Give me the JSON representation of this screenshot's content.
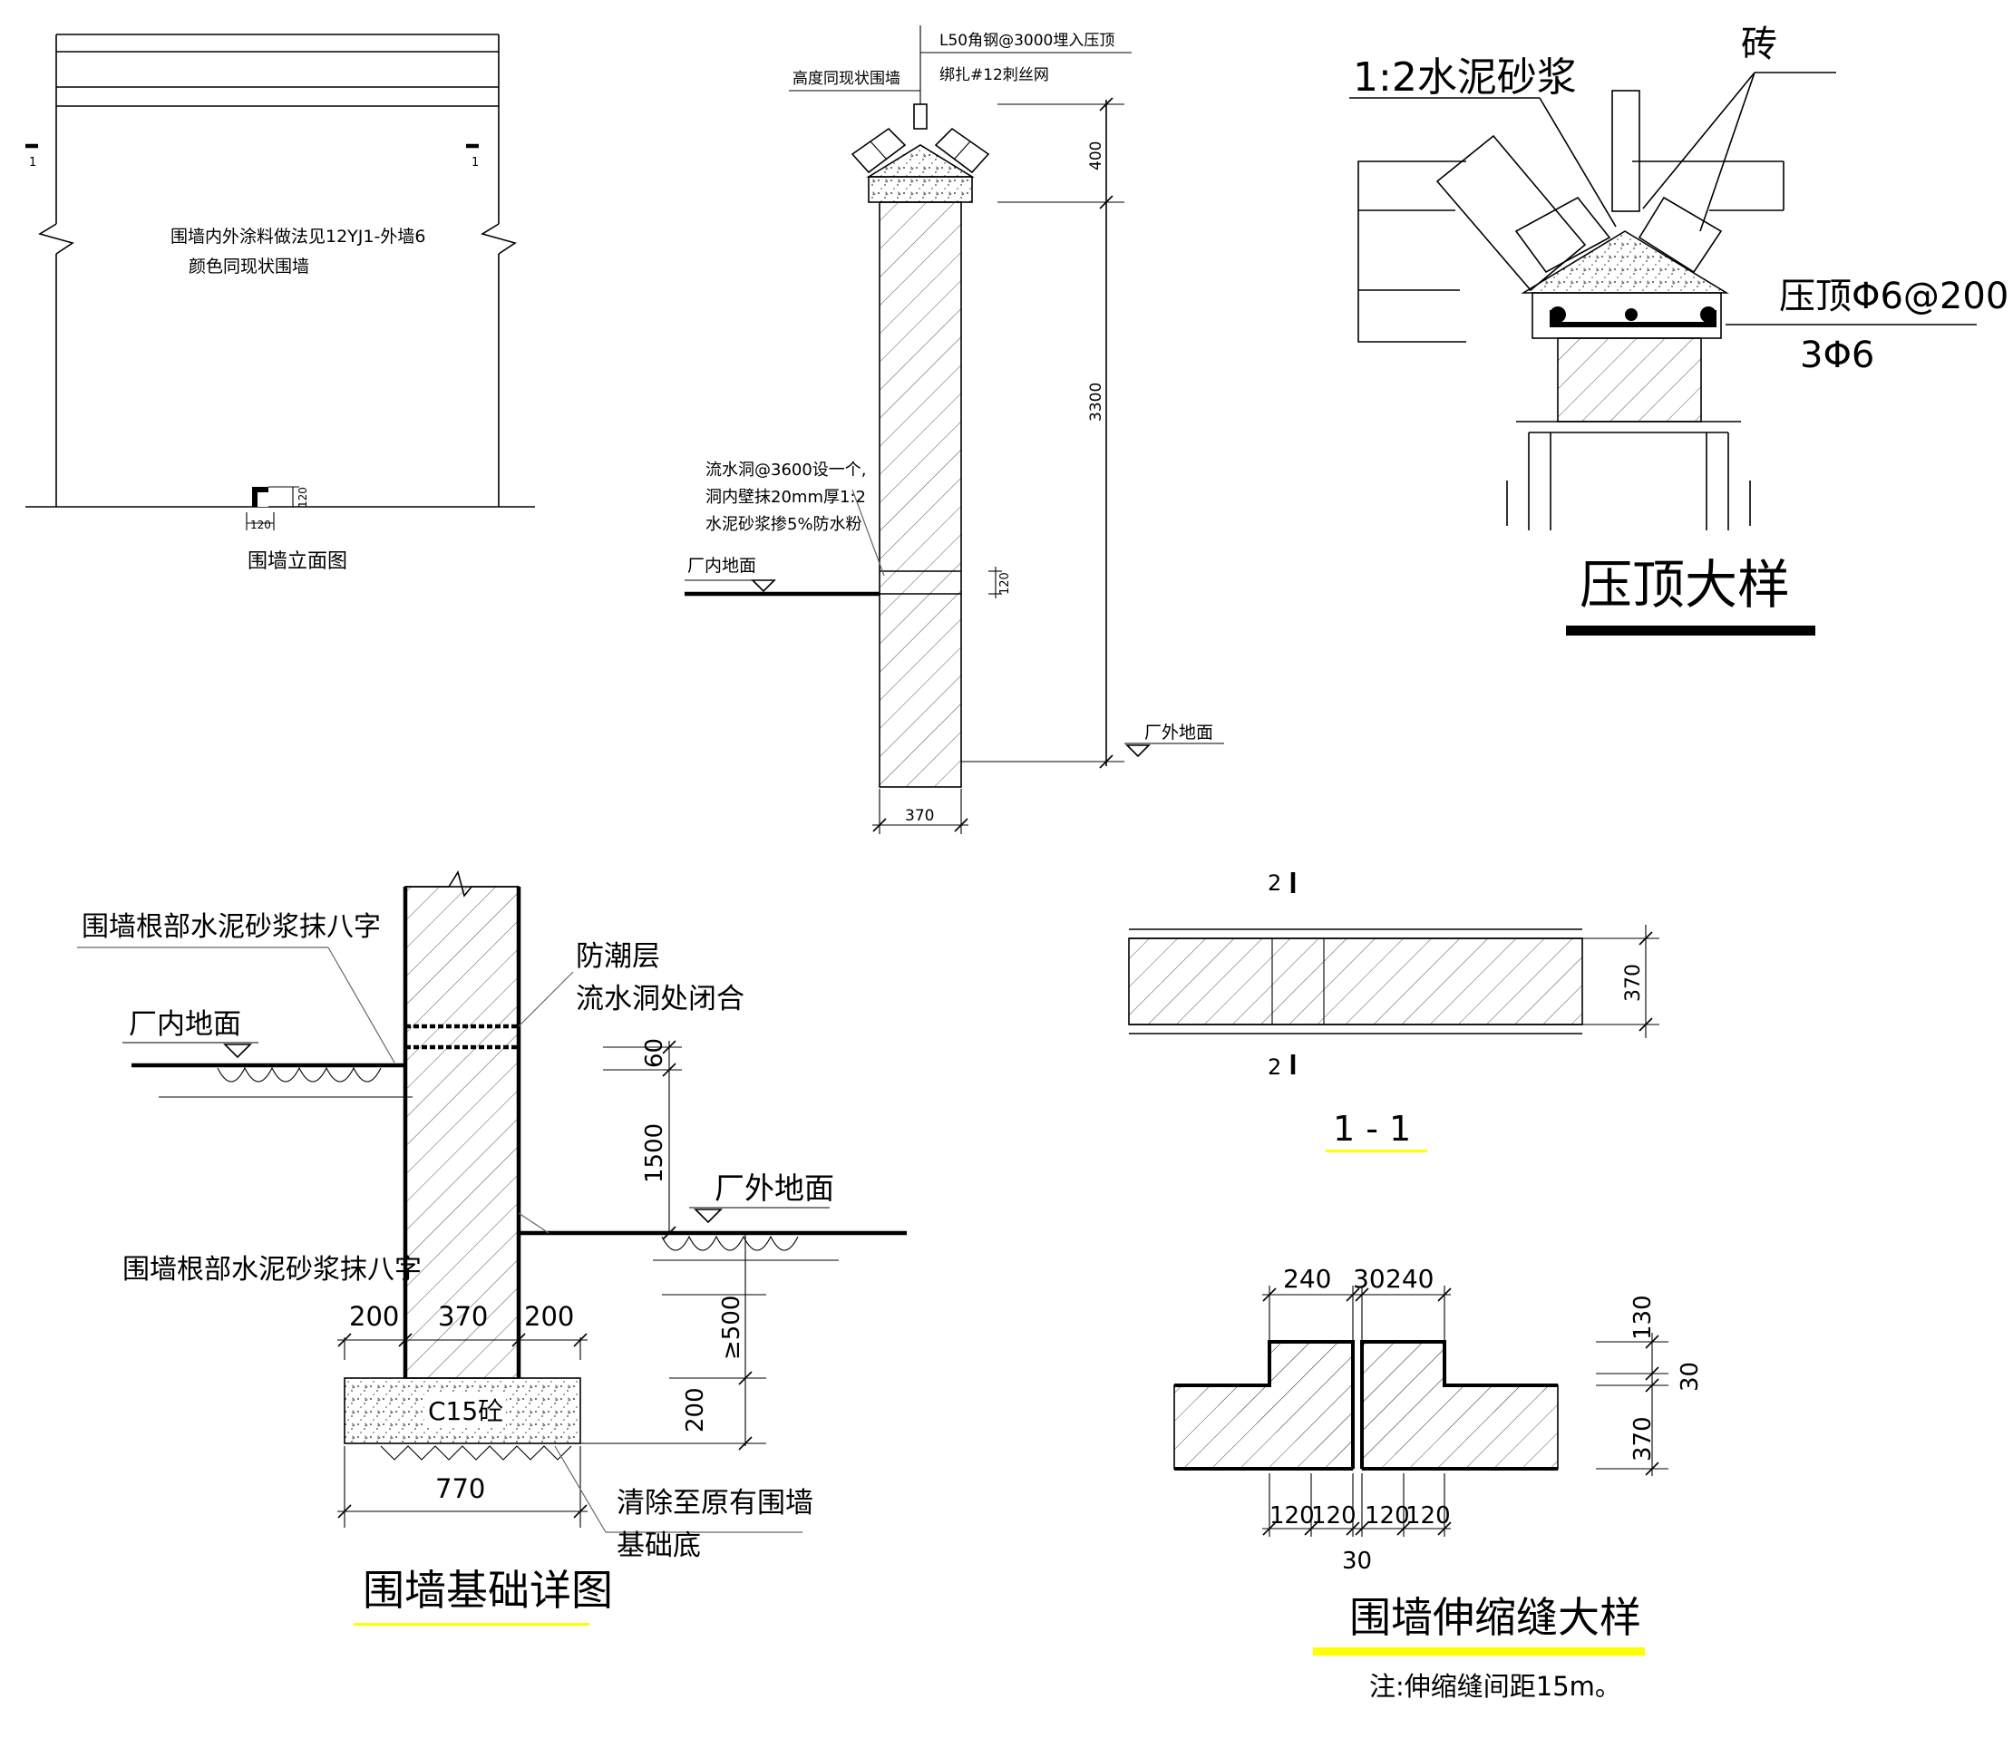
{
  "elevation": {
    "section_mark_left": "1",
    "section_mark_right": "1",
    "note_line1": "围墙内外涂料做法见12YJ1-外墙6",
    "note_line2": "颜色同现状围墙",
    "dim_hole_w": "120",
    "dim_hole_h": "120",
    "title": "围墙立面图"
  },
  "section_top": {
    "note_angle_line1": "L50角钢@3000埋入压顶",
    "note_angle_line2": "绑扎#12刺丝网",
    "note_height": "高度同现状围墙",
    "dim_cap": "400",
    "dim_wall": "3300",
    "drain_note_line1": "流水洞@3600设一个,",
    "drain_note_line2": "洞内壁抹20mm厚1:2",
    "drain_note_line3": "水泥砂浆掺5%防水粉",
    "label_inner_ground": "厂内地面",
    "label_outer_ground": "厂外地面",
    "dim_hole": "120",
    "dim_width": "370"
  },
  "cap_detail": {
    "label_mortar": "1:2水泥砂浆",
    "label_brick": "砖",
    "label_rebar": "压顶Φ6@200",
    "label_bars": "3Φ6",
    "title": "压顶大样"
  },
  "foundation": {
    "note_top": "围墙根部水泥砂浆抹八字",
    "label_inner_ground": "厂内地面",
    "label_dpc": "防潮层",
    "label_dpc_note": "流水洞处闭合",
    "dim_60": "60",
    "dim_1500": "1500",
    "label_outer_ground": "厂外地面",
    "note_bottom": "围墙根部水泥砂浆抹八字",
    "dim_200_left": "200",
    "dim_370": "370",
    "dim_200_right": "200",
    "label_concrete": "C15砼",
    "dim_500": "≥500",
    "dim_200_v": "200",
    "dim_770": "770",
    "note_clear_line1": "清除至原有围墙",
    "note_clear_line2": "基础底",
    "title": "围墙基础详图"
  },
  "section_11": {
    "mark_top": "2",
    "mark_bottom": "2",
    "dim_width": "370",
    "title": "1 - 1"
  },
  "joint": {
    "dim_240_left": "240",
    "dim_30_top": "30",
    "dim_240_right": "240",
    "dim_130": "130",
    "dim_30_side": "30",
    "dim_370": "370",
    "dim_120_a": "120",
    "dim_120_b": "120",
    "dim_120_c": "120",
    "dim_120_d": "120",
    "dim_30_bottom": "30",
    "title": "围墙伸缩缝大样",
    "note": "注:伸缩缝间距15m。"
  },
  "colors": {
    "line": "#000000",
    "leader": "#666666",
    "title_underline": "#ffff00"
  }
}
